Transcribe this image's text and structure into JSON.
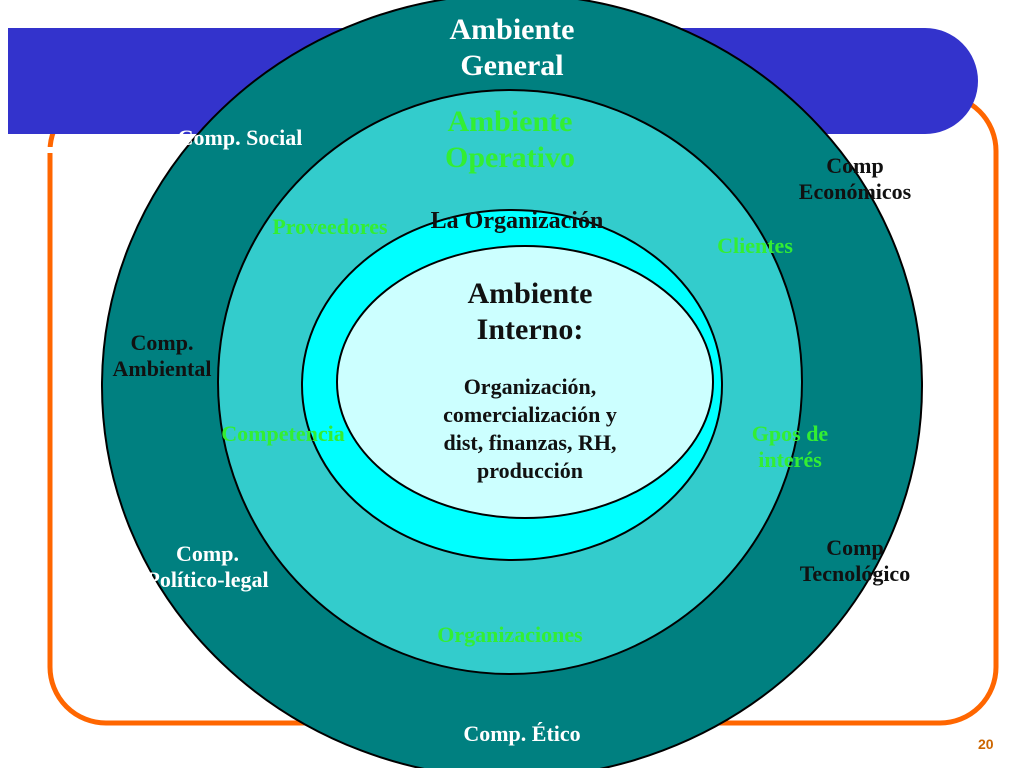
{
  "colors": {
    "banner": "#3333cc",
    "frame_orange": "#ff6600",
    "ring_general": "#008080",
    "ring_operativo": "#33cccc",
    "ring_organizacion": "#00ffff",
    "core_interno": "#ccffff",
    "green_text": "#33ee33"
  },
  "ambiente_general": {
    "title_lines": [
      "Ambiente",
      "General"
    ],
    "components": {
      "social": [
        "Comp. Social"
      ],
      "economico": [
        "Comp",
        "Económicos"
      ],
      "ambiental": [
        "Comp.",
        "Ambiental"
      ],
      "politico_legal": [
        "Comp.",
        "Político-legal"
      ],
      "tecnologico": [
        "Comp",
        "Tecnológico"
      ],
      "etico": [
        "Comp. Ético"
      ]
    }
  },
  "ambiente_operativo": {
    "title_lines": [
      "Ambiente",
      "Operativo"
    ],
    "stakeholders": {
      "proveedores": [
        "Proveedores"
      ],
      "clientes": [
        "Clientes"
      ],
      "competencia": [
        "Competencia"
      ],
      "grupos_interes": [
        "Gpos de",
        "interés"
      ],
      "organizaciones": [
        "Organizaciones"
      ]
    }
  },
  "organizacion": {
    "title": "La Organización"
  },
  "ambiente_interno": {
    "title_lines": [
      "Ambiente",
      "Interno:"
    ],
    "body_lines": [
      "Organización,",
      "comercialización y",
      "dist, finanzas, RH,",
      "producción"
    ]
  },
  "slide_number": "20"
}
